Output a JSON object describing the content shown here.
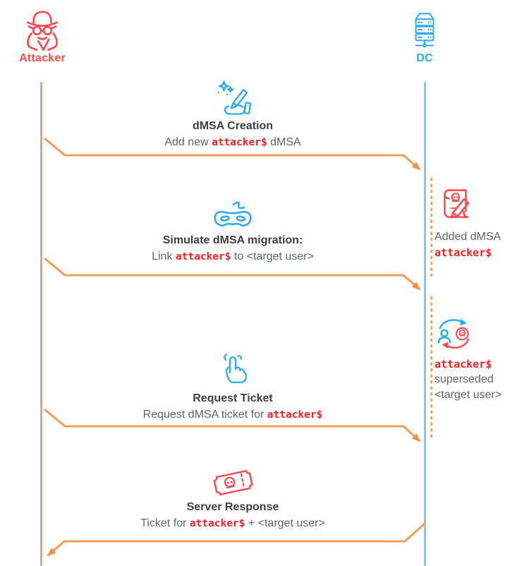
{
  "actors": {
    "attacker": {
      "label": "Attacker",
      "color": "#ff4a50"
    },
    "dc": {
      "label": "DC",
      "color": "#2fabe7"
    }
  },
  "messages": [
    {
      "icon": "magic-pen-icon",
      "title": "dMSA Creation",
      "body": [
        "Add new ",
        "attacker$",
        " dMSA"
      ]
    },
    {
      "icon": "mask-icon",
      "title": "Simulate dMSA migration:",
      "body": [
        "Link ",
        "attacker$",
        " to <target user>"
      ]
    },
    {
      "icon": "click-hand-icon",
      "title": "Request Ticket",
      "body": [
        "Request dMSA ticket for ",
        "attacker$",
        ""
      ]
    },
    {
      "icon": "ticket-skull-icon",
      "title": "Server Response",
      "body": [
        "Ticket for ",
        "attacker$",
        "  + <target user>"
      ]
    }
  ],
  "notes": [
    {
      "icon": "scroll-skull-icon",
      "line1": "Added dMSA",
      "code": "attacker$"
    },
    {
      "icon": "swap-skull-icon",
      "code": "attacker$",
      "line2": "superseded",
      "line3": "<target user>"
    }
  ],
  "colors": {
    "arrow_orange": "#f89c55",
    "arrowhead_orange": "#f7913f",
    "attacker_red": "#ff4a50",
    "dc_blue": "#2fabe7",
    "code_red": "#fb2025",
    "title_text": "#3b3f42",
    "body_text": "#5f6368",
    "lifeline_red": "#f59599",
    "lifeline_blue": "#82c8f0",
    "dotted_orange": "#f89c55"
  }
}
